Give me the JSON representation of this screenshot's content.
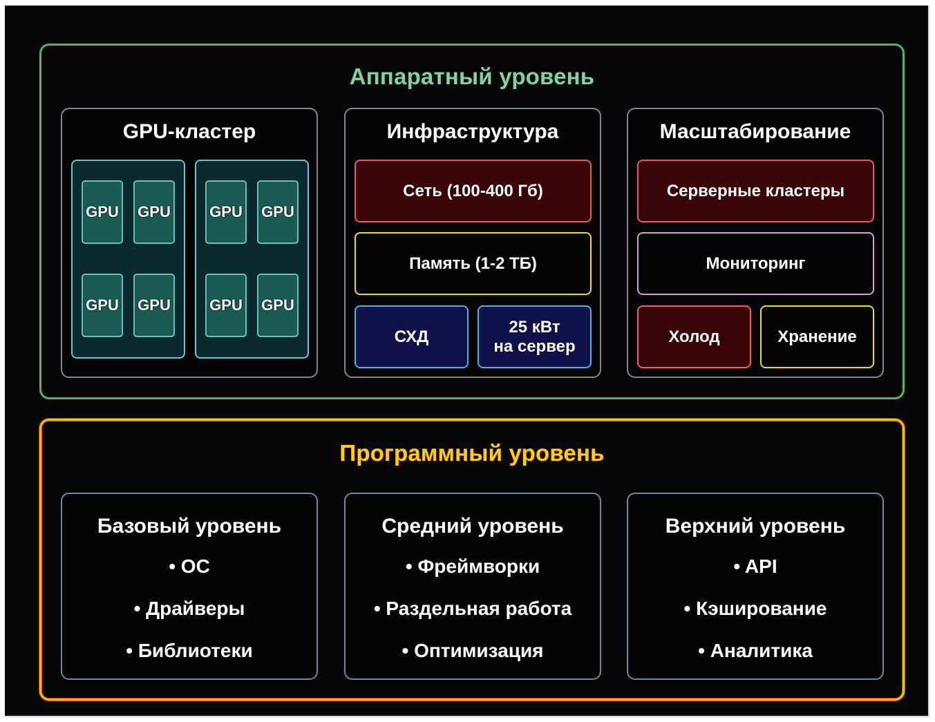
{
  "hardware": {
    "title": "Аппаратный уровень",
    "border_color": "#4fb85c",
    "title_color": "#7fd3a0",
    "gpu_cluster": {
      "title": "GPU-кластер",
      "racks": [
        {
          "gpus": [
            "GPU",
            "GPU",
            "GPU",
            "GPU"
          ]
        },
        {
          "gpus": [
            "GPU",
            "GPU",
            "GPU",
            "GPU"
          ]
        }
      ]
    },
    "infrastructure": {
      "title": "Инфраструктура",
      "network": "Сеть (100-400 Гб)",
      "memory": "Память (1-2 ТБ)",
      "storage": "СХД",
      "power_line1": "25 кВт",
      "power_line2": "на сервер"
    },
    "scaling": {
      "title": "Масштабирование",
      "server_clusters": "Серверные кластеры",
      "monitoring": "Мониторинг",
      "cooling": "Холод",
      "storage": "Хранение"
    }
  },
  "software": {
    "title": "Программный уровень",
    "border_color": "#f2c200",
    "title_color": "#ffcc12",
    "levels": [
      {
        "title": "Базовый уровень",
        "items": [
          "ОС",
          "Драйверы",
          "Библиотеки"
        ]
      },
      {
        "title": "Средний уровень",
        "items": [
          "Фреймворки",
          "Раздельная работа",
          "Оптимизация"
        ]
      },
      {
        "title": "Верхний уровень",
        "items": [
          "API",
          "Кэширование",
          "Аналитика"
        ]
      }
    ]
  }
}
